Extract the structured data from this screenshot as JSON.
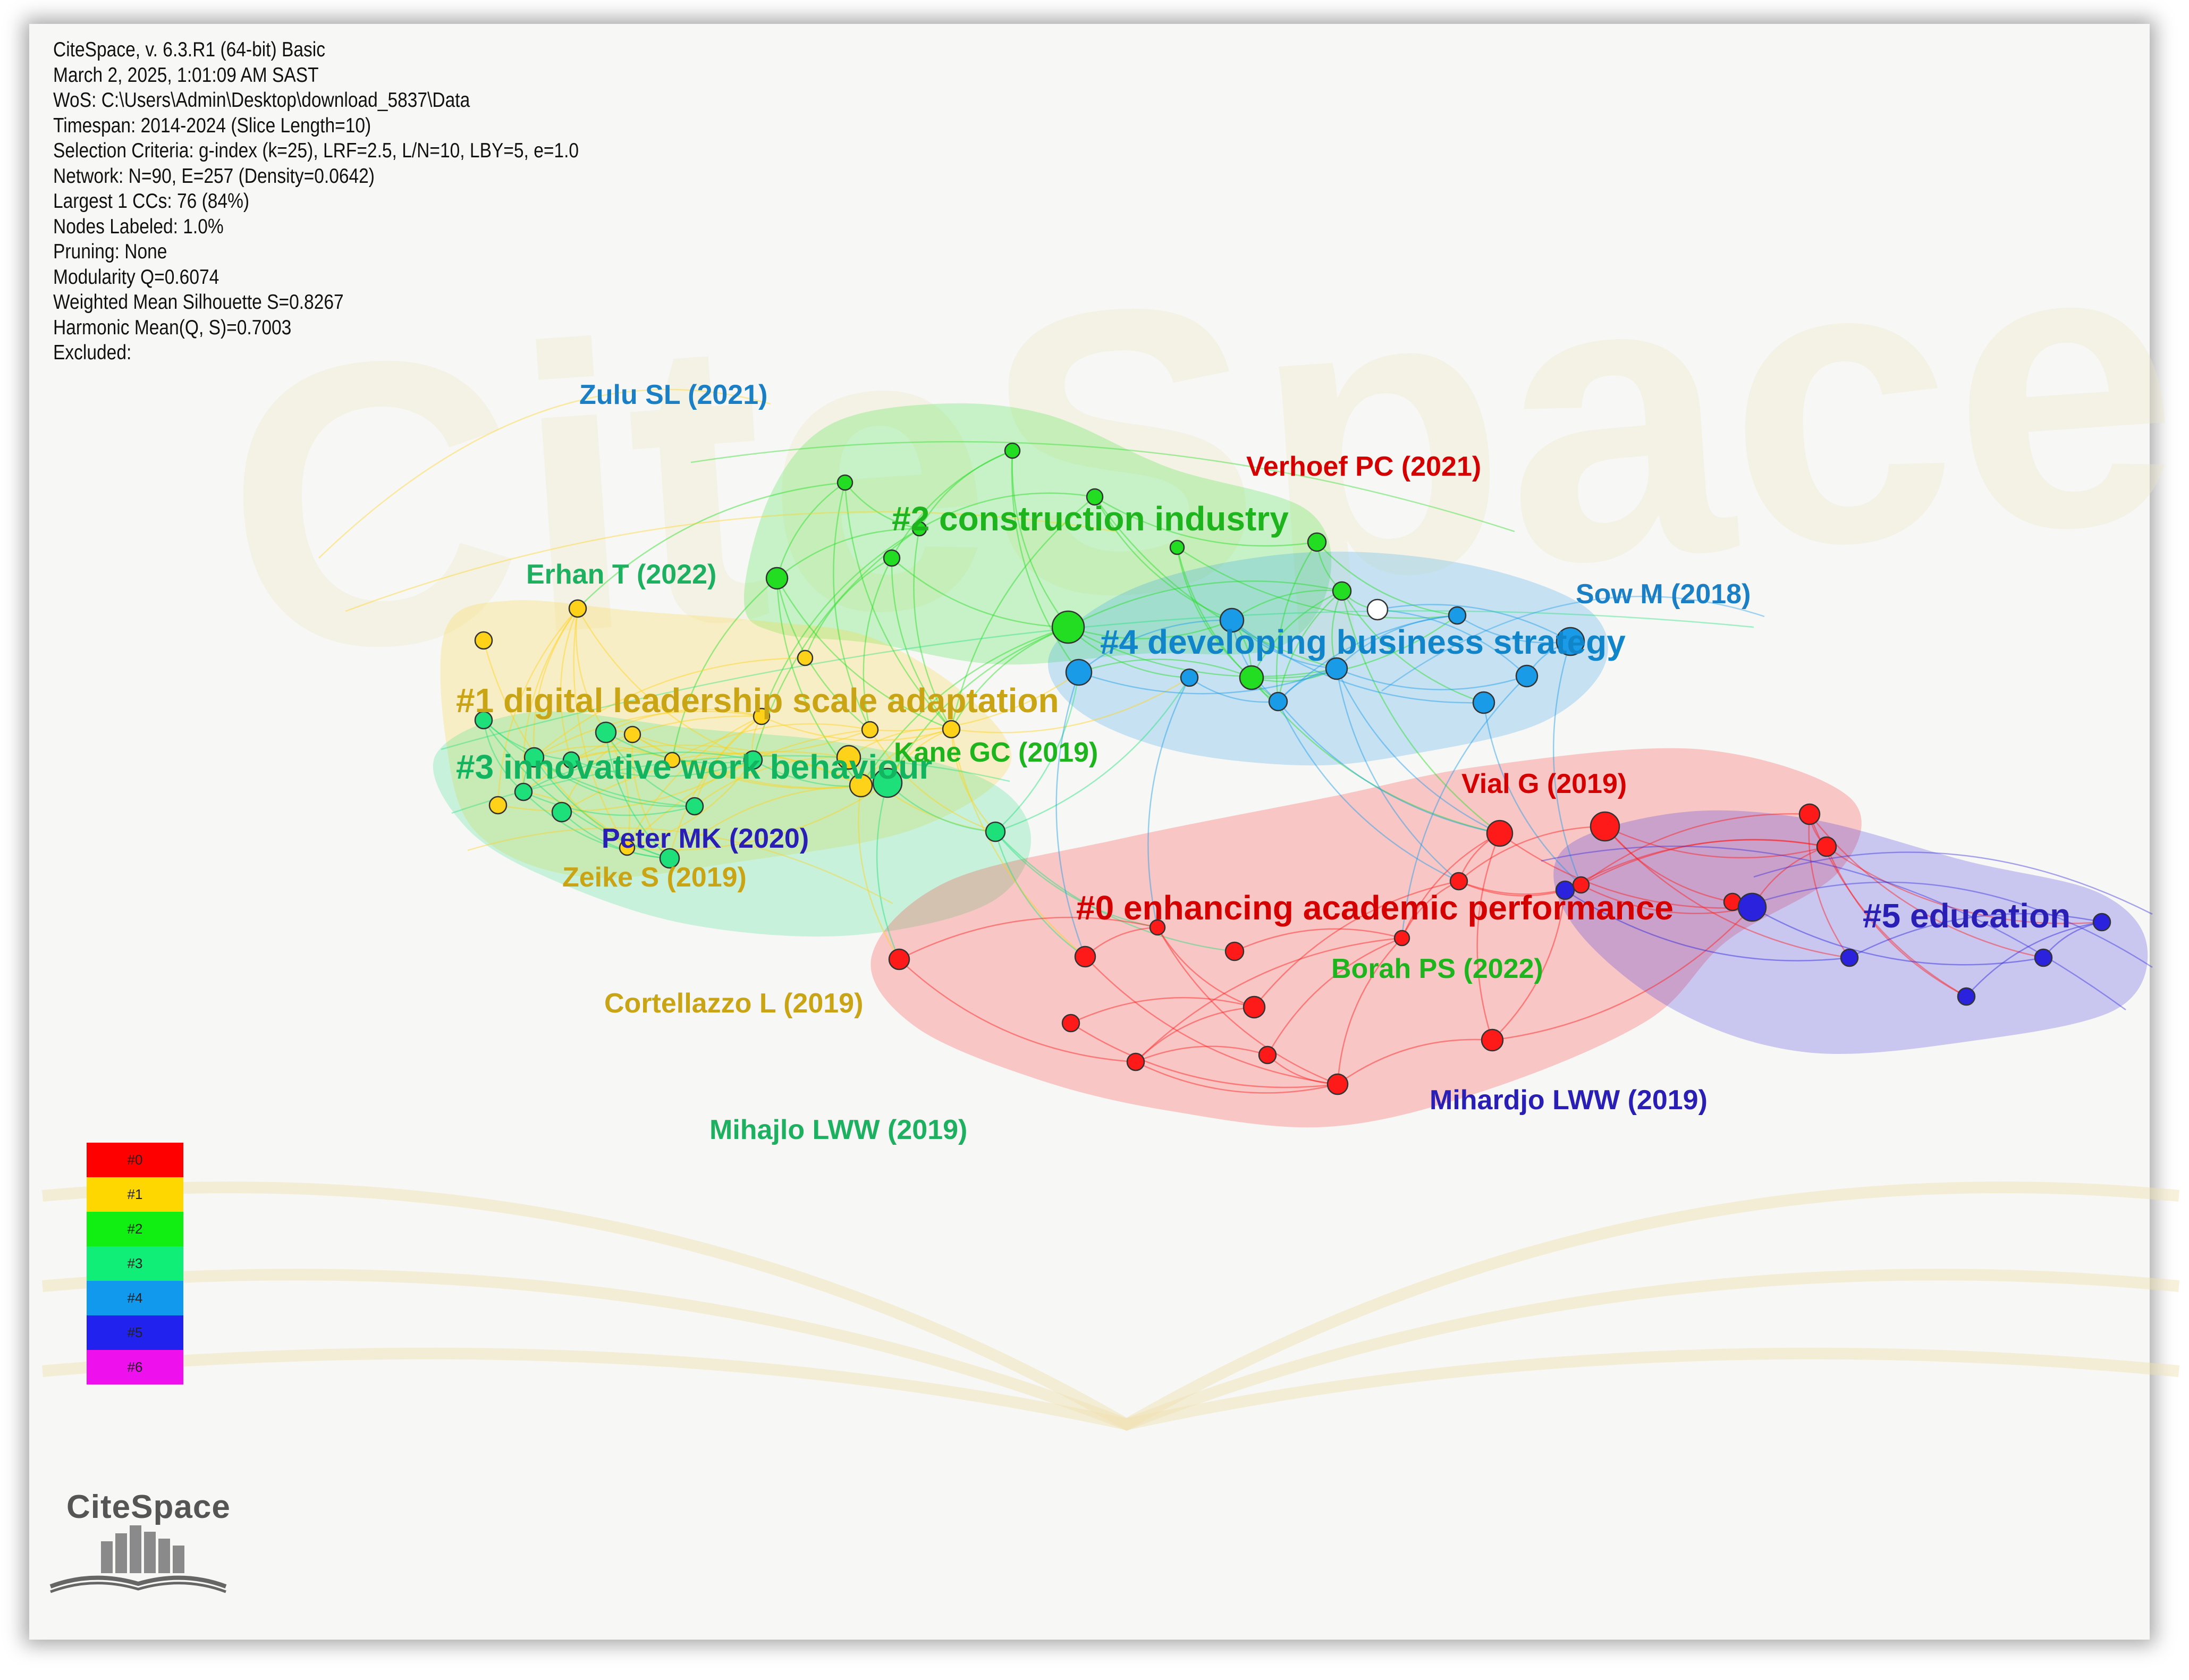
{
  "info_lines": [
    "CiteSpace, v. 6.3.R1 (64-bit) Basic",
    "March 2, 2025, 1:01:09 AM SAST",
    "WoS: C:\\Users\\Admin\\Desktop\\download_5837\\Data",
    "Timespan: 2014-2024 (Slice Length=10)",
    "Selection Criteria: g-index (k=25), LRF=2.5, L/N=10, LBY=5, e=1.0",
    "Network: N=90, E=257 (Density=0.0642)",
    "Largest 1 CCs: 76 (84%)",
    "Nodes Labeled: 1.0%",
    "Pruning: None",
    "Modularity Q=0.6074",
    "Weighted Mean Silhouette S=0.8267",
    "Harmonic Mean(Q, S)=0.7003",
    "Excluded:"
  ],
  "watermark": "CiteSpace",
  "clusters": [
    {
      "id": "#0",
      "label": "#0 enhancing academic performance",
      "color": "#ff1a1a",
      "text_color": "#d40000"
    },
    {
      "id": "#1",
      "label": "#1 digital leadership scale adaptation",
      "color": "#ffd21a",
      "text_color": "#c9a415"
    },
    {
      "id": "#2",
      "label": "#2 construction industry",
      "color": "#22dd22",
      "text_color": "#1db41d"
    },
    {
      "id": "#3",
      "label": "#3 innovative work behaviour",
      "color": "#1ee07a",
      "text_color": "#12b460"
    },
    {
      "id": "#4",
      "label": "#4 developing business strategy",
      "color": "#1a9be8",
      "text_color": "#1185c9"
    },
    {
      "id": "#5",
      "label": "#5 education",
      "color": "#2a22dd",
      "text_color": "#2a1fb5"
    }
  ],
  "author_labels": [
    {
      "text": "Zulu SL (2021)",
      "color": "#1a7fc4"
    },
    {
      "text": "Verhoef PC (2021)",
      "color": "#d40000"
    },
    {
      "text": "Erhan T (2022)",
      "color": "#1db060"
    },
    {
      "text": "Sow M (2018)",
      "color": "#1a7fc4"
    },
    {
      "text": "Kane GC (2019)",
      "color": "#1db41d"
    },
    {
      "text": "Vial G (2019)",
      "color": "#d40000"
    },
    {
      "text": "Peter MK (2020)",
      "color": "#2a1fb5"
    },
    {
      "text": "Zeike S (2019)",
      "color": "#c9a415"
    },
    {
      "text": "Borah PS (2022)",
      "color": "#1db41d"
    },
    {
      "text": "Cortellazzo L (2019)",
      "color": "#c9a415"
    },
    {
      "text": "Mihardjo LWW (2019)",
      "color": "#2a1fb5"
    },
    {
      "text": "Mihajlo LWW (2019)",
      "color": "#1db060"
    }
  ],
  "legend": [
    {
      "label": "#0",
      "color": "#ff0000"
    },
    {
      "label": "#1",
      "color": "#ffd700"
    },
    {
      "label": "#2",
      "color": "#11ee11"
    },
    {
      "label": "#3",
      "color": "#11ee77"
    },
    {
      "label": "#4",
      "color": "#1199ee"
    },
    {
      "label": "#5",
      "color": "#2222ee"
    },
    {
      "label": "#6",
      "color": "#ee11ee"
    }
  ],
  "logo_text": "CiteSpace"
}
